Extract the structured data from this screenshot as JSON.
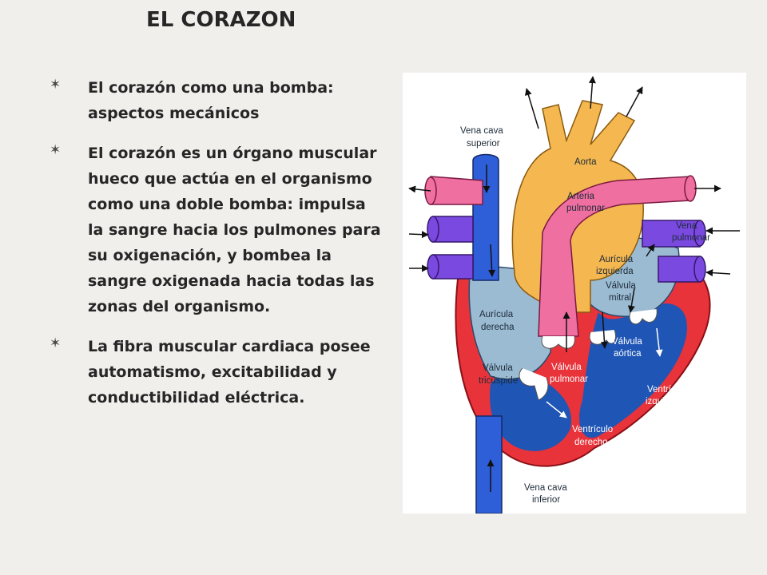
{
  "slide": {
    "title": "EL CORAZON",
    "bullets": [
      {
        "icon": "star-bullet-icon",
        "text": "El corazón como una bomba: aspectos mecánicos"
      },
      {
        "icon": "star-bullet-icon",
        "text": "El corazón es un órgano muscular hueco que actúa en el organismo como una doble bomba: impulsa la sangre hacia los pulmones para su oxigenación, y bombea la sangre oxigenada hacia todas las zonas del organismo."
      },
      {
        "icon": "star-bullet-icon",
        "text": "La fibra muscular cardiaca posee automatismo, excitabilidad y conductibilidad eléctrica."
      }
    ]
  },
  "diagram": {
    "labels": {
      "vena_cava_superior": [
        "Vena cava",
        "superior"
      ],
      "aorta": [
        "Aorta"
      ],
      "arteria_pulmonar": [
        "Arteria",
        "pulmonar"
      ],
      "vena_pulmonar": [
        "Vena",
        "pulmonar"
      ],
      "auricula_izquierda": [
        "Aurícula",
        "izquierda"
      ],
      "valvula_mitral": [
        "Válvula",
        "mitral"
      ],
      "auricula_derecha": [
        "Aurícula",
        "derecha"
      ],
      "valvula_aortica": [
        "Válvula",
        "aórtica"
      ],
      "valvula_tricuspide": [
        "Válvula",
        "tricúspide"
      ],
      "valvula_pulmonar": [
        "Válvula",
        "pulmonar"
      ],
      "ventriculo_izquierdo": [
        "Ventrículo",
        "izquierdo"
      ],
      "ventriculo_derecho": [
        "Ventrículo",
        "derecho"
      ],
      "vena_cava_inferior": [
        "Vena cava",
        "inferior"
      ]
    },
    "colors": {
      "oxygenated_red": "#e8333a",
      "deoxygenated_blue": "#2f5fd8",
      "pulmonary_pink": "#ef6fa0",
      "aorta_yellow": "#f5b850",
      "pulmonary_vein_purple": "#7a49e0",
      "chamber_lightblue": "#9bbbd3",
      "ventricle_blue": "#1f55b5"
    }
  }
}
